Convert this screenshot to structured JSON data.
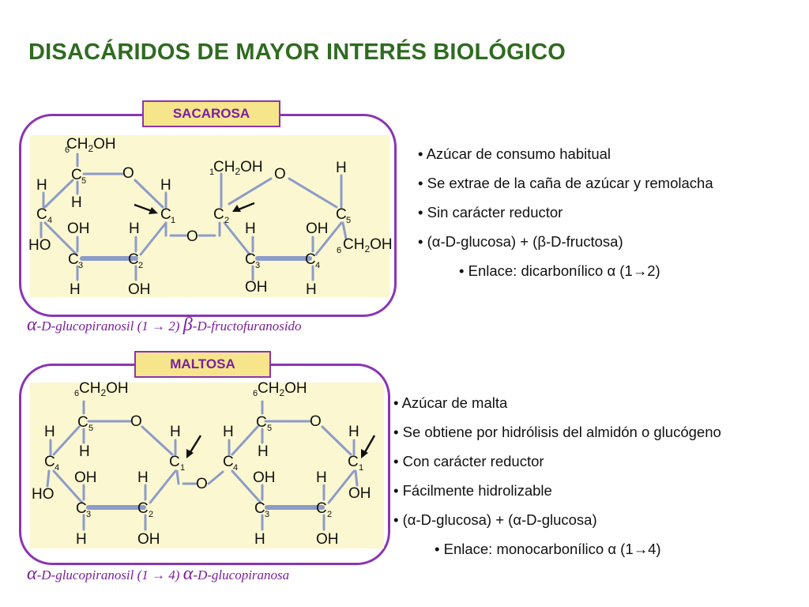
{
  "title": "DISACÁRIDOS DE MAYOR INTERÉS BIOLÓGICO",
  "colors": {
    "title": "#2f6b21",
    "border": "#8a35b3",
    "tag_fill": "#f6e58a",
    "panel_fill": "#fbf7d0",
    "caption": "#7a1fa0",
    "bond": "#8c9cc8"
  },
  "sacarosa": {
    "label": "SACAROSA",
    "caption": {
      "alpha": "α",
      "part1": "-D-glucopiranosil (1 ",
      "arrow": "→",
      "part2": " 2) ",
      "beta": "β",
      "part3": "-D-fructofuranosido"
    },
    "bullets": [
      "• Azúcar de consumo habitual",
      "• Se extrae de la caña de azúcar y remolacha",
      "• Sin carácter reductor",
      "• (α-D-glucosa) + (β-D-fructosa)"
    ],
    "link": "• Enlace: dicarbonílico α (1→2)"
  },
  "maltosa": {
    "label": "MALTOSA",
    "caption": {
      "alpha": "α",
      "part1": "-D-glucopiranosil (1 ",
      "arrow": "→",
      "part2": " 4) ",
      "alpha2": "α",
      "part3": "-D-glucopiranosa"
    },
    "bullets": [
      "• Azúcar de malta",
      "• Se obtiene por hidrólisis del almidón o glucógeno",
      "• Con carácter reductor",
      "• Fácilmente hidrolizable",
      "• (α-D-glucosa) + (α-D-glucosa)"
    ],
    "link": "• Enlace: monocarbonílico α (1→4)"
  },
  "atoms": {
    "C": "C",
    "O": "O",
    "H": "H",
    "OH": "OH",
    "HO": "HO",
    "ch2oh": {
      "ch": "CH",
      "sub": "2",
      "oh": "OH"
    },
    "num": {
      "1": "1",
      "2": "2",
      "3": "3",
      "4": "4",
      "5": "5",
      "6": "6"
    }
  }
}
